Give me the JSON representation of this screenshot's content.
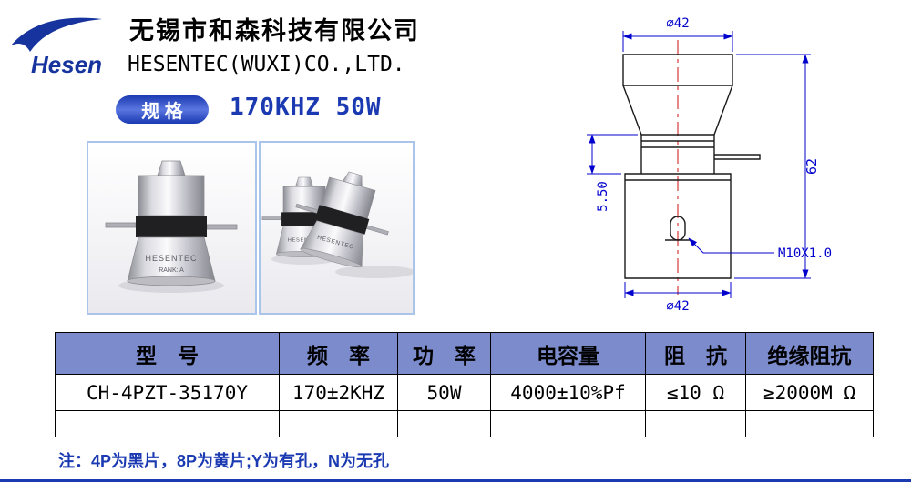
{
  "colors": {
    "accent": "#1b3ab2",
    "table_header_bg": "#7b8bcc",
    "dimension_blue": "#0000cd"
  },
  "header": {
    "logo_text": "Hesen",
    "company_cn": "无锡市和森科技有限公司",
    "company_en": "HESENTEC(WUXI)CO.,LTD.",
    "spec_label": "规 格",
    "spec_value": "170KHZ 50W"
  },
  "photos": {
    "brand": "HESENTEC",
    "rank": "RANK: A"
  },
  "drawing": {
    "dia_top": "∅42",
    "height": "62",
    "stack": "5.50",
    "thread": "M10X1.0",
    "dia_bottom": "∅42"
  },
  "table": {
    "headers": [
      "型　号",
      "频　率",
      "功　率",
      "电容量",
      "阻　抗",
      "绝缘阻抗"
    ],
    "rows": [
      [
        "CH-4PZT-35170Y",
        "170±2KHZ",
        "50W",
        "4000±10%Pf",
        "≤10 Ω",
        "≥2000M Ω"
      ],
      [
        "",
        "",
        "",
        "",
        "",
        ""
      ]
    ]
  },
  "note": "注：4P为黑片，8P为黄片;Y为有孔，N为无孔"
}
